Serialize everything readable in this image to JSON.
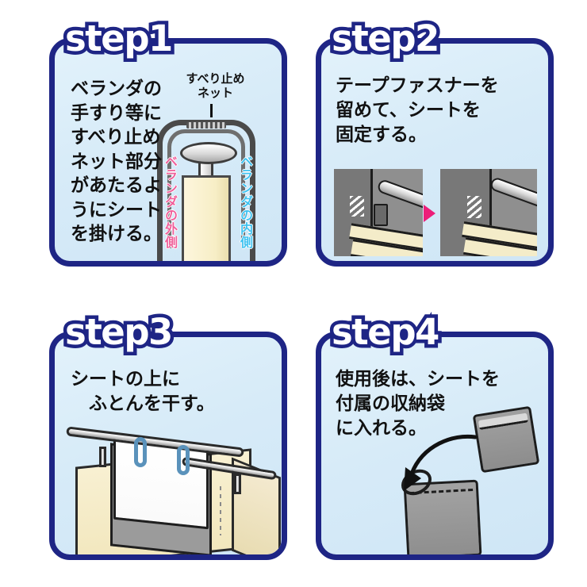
{
  "page": {
    "title": "使い方 4ステップ",
    "background": "#ffffff",
    "accent_border": "#1e2585",
    "panel_background": "#d7ebf8",
    "arrow_pink": "#ec1e79"
  },
  "steps": [
    {
      "badge": "step1",
      "text": "ベランダの\n手すり等に\nすべり止め\nネット部分\nがあたるよ\nうにシート\nを掛ける。",
      "diagram": {
        "callout_label": "すべり止め\nネット",
        "left_label": "ベランダの外側",
        "left_label_color": "#ef5f9a",
        "right_label": "ベランダの内側",
        "right_label_color": "#3fc2f0"
      }
    },
    {
      "badge": "step2",
      "text": "テープファスナーを\n留めて、シートを\n固定する。",
      "diagram": {
        "before_caption": "",
        "after_caption": "",
        "arrow": "right-triangle-arrow"
      }
    },
    {
      "badge": "step3",
      "text": "シートの上に\n　ふとんを干す。",
      "diagram": {
        "scene": "balcony-railing-with-futon"
      }
    },
    {
      "badge": "step4",
      "text": "使用後は、シートを\n付属の収納袋\nに入れる。",
      "diagram": {
        "scene": "folded-sheet-into-storage-bag",
        "arrow": "curved-down-arrow"
      }
    }
  ]
}
